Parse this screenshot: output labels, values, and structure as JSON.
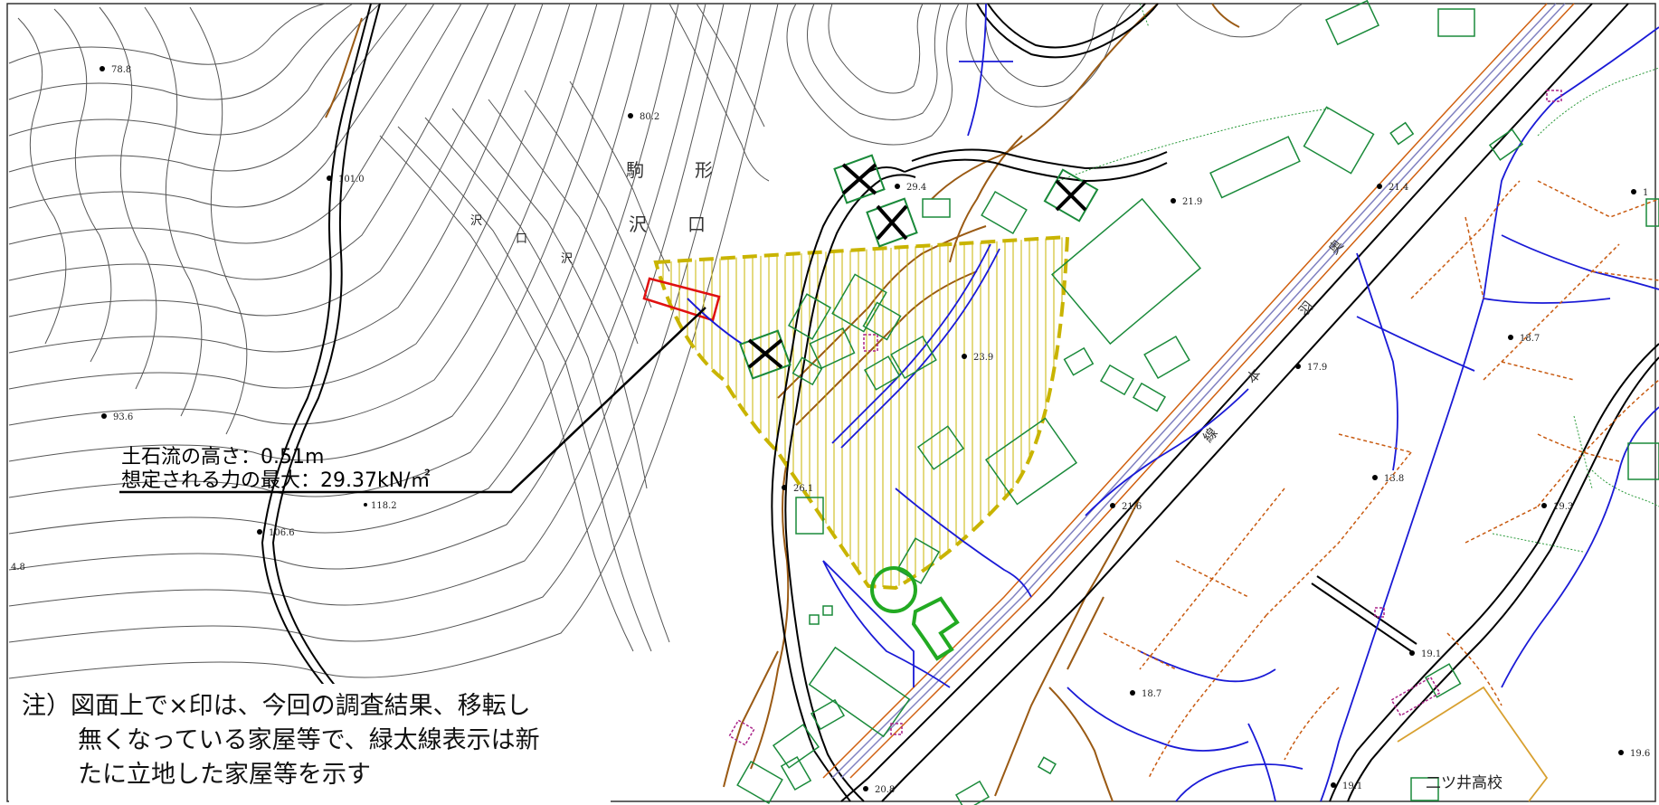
{
  "annotation": {
    "line1": "土石流の高さ：0.51m",
    "line2": "想定される力の最大：29.37kN/㎡"
  },
  "place_labels": [
    {
      "id": "koma",
      "text": "駒"
    },
    {
      "id": "gata",
      "text": "形"
    },
    {
      "id": "sawa",
      "text": "沢"
    },
    {
      "id": "guchi",
      "text": "口"
    },
    {
      "id": "stream1",
      "text": "沢"
    },
    {
      "id": "stream2",
      "text": "口"
    },
    {
      "id": "stream3",
      "text": "沢"
    }
  ],
  "rail_labels": [
    "奥",
    "羽",
    "本",
    "線"
  ],
  "school_label": "二ツ井高校",
  "elevations": [
    "78.8",
    "80.2",
    "101.0",
    "29.4",
    "21.9",
    "21.4",
    "93.6",
    "23.9",
    "17.9",
    "18.7",
    "118.2",
    "106.6",
    "26.1",
    "13.8",
    "21.6",
    "19.3",
    "19.1",
    "18.7",
    "20.8",
    "19.1",
    "19.6",
    "4.8",
    "1"
  ],
  "note": {
    "line1": "注）図面上で×印は、今回の調査結果、移転し",
    "line2": "無くなっている家屋等で、緑太線表示は新",
    "line3": "たに立地した家屋等を示す"
  },
  "colors": {
    "contour": "#555555",
    "road": "#000000",
    "river": "#1a1ad6",
    "cliff": "#9a5a14",
    "hazard_zone": "#c9b400",
    "source_area": "#e01010",
    "building": "#1a8a3a",
    "new_building": "#22aa22",
    "lot_boundary": "#c85a10",
    "railway": "#8080c0",
    "school_outline": "#d8a030"
  }
}
